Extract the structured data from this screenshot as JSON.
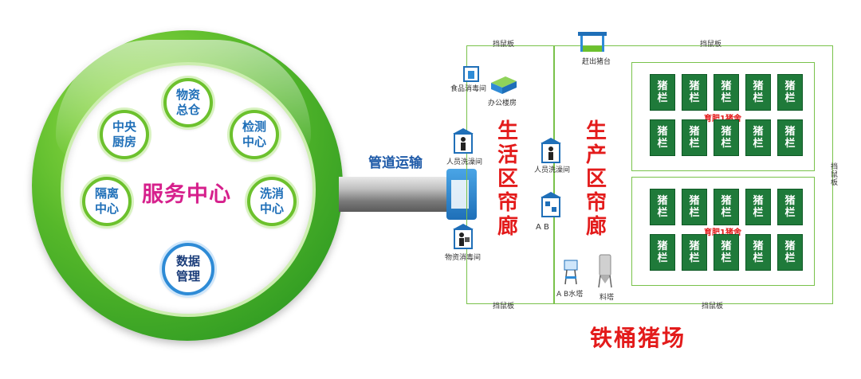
{
  "service": {
    "center": "服务中心",
    "nodes": {
      "warehouse": "物资\n总仓",
      "kitchen": "中央\n厨房",
      "testing": "检测\n中心",
      "isolation": "隔离\n中心",
      "washing": "洗消\n中心",
      "data": "数据\n管理"
    }
  },
  "pipeline": {
    "label": "管道运输"
  },
  "farm": {
    "title": "铁桶猪场",
    "living_corridor": "生活区帘廊",
    "production_corridor": "生产区帘廊",
    "rat_board_top_left": "挡鼠板",
    "rat_board_top_right": "挡鼠板",
    "rat_board_bottom_left": "挡鼠板",
    "rat_board_bottom_right": "挡鼠板",
    "rat_board_right": "挡鼠板",
    "food_disinfection": "食品消毒间",
    "office_building": "办公楼房",
    "staff_shower_1": "人员洗澡间",
    "material_disinfection": "物资消毒间",
    "staff_shower_2": "人员洗澡间",
    "ab_label": "A B",
    "pig_loading": "赶出猪台",
    "water_tower": "A B水塔",
    "feed_tower": "料塔",
    "barn_1_label": "育肥1猪舍",
    "barn_2_label": "育肥1猪舍",
    "pen_label": "猪\n栏"
  },
  "colors": {
    "ring_green": "#56b82a",
    "corridor_red": "#e31b1b",
    "pen_green": "#1f7a3a",
    "node_text_blue": "#1f6fb8",
    "center_magenta": "#d6208c"
  }
}
